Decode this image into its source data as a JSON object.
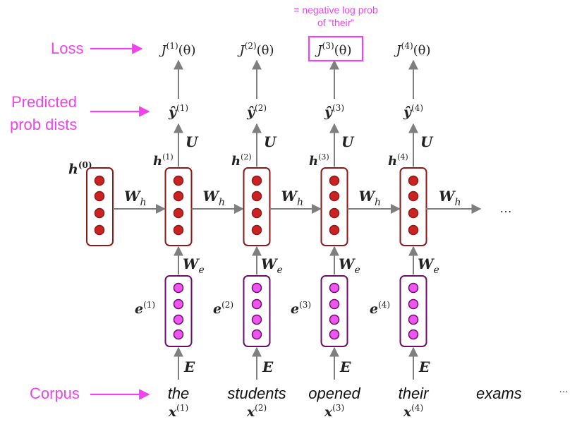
{
  "labels": {
    "loss": "Loss",
    "predicted_line1": "Predicted",
    "predicted_line2": "prob dists",
    "corpus": "Corpus"
  },
  "annotation": {
    "line1": "= negative log prob",
    "line2": "of “their”"
  },
  "hidden0": {
    "base": "h",
    "sup": "(0)"
  },
  "weights": {
    "U": "U",
    "Wh_base": "W",
    "Wh_sub": "h",
    "We_base": "W",
    "We_sub": "e",
    "E": "E"
  },
  "steps": [
    {
      "loss_base": "J",
      "loss_sup": "(1)",
      "loss_arg": "(θ)",
      "y_base": "ŷ",
      "y_sup": "(1)",
      "h_base": "h",
      "h_sup": "(1)",
      "e_base": "e",
      "e_sup": "(1)",
      "word": "the",
      "x_base": "x",
      "x_sup": "(1)",
      "highlight": false
    },
    {
      "loss_base": "J",
      "loss_sup": "(2)",
      "loss_arg": "(θ)",
      "y_base": "ŷ",
      "y_sup": "(2)",
      "h_base": "h",
      "h_sup": "(2)",
      "e_base": "e",
      "e_sup": "(2)",
      "word": "students",
      "x_base": "x",
      "x_sup": "(2)",
      "highlight": false
    },
    {
      "loss_base": "J",
      "loss_sup": "(3)",
      "loss_arg": "(θ)",
      "y_base": "ŷ",
      "y_sup": "(3)",
      "h_base": "h",
      "h_sup": "(3)",
      "e_base": "e",
      "e_sup": "(3)",
      "word": "opened",
      "x_base": "x",
      "x_sup": "(3)",
      "highlight": true
    },
    {
      "loss_base": "J",
      "loss_sup": "(4)",
      "loss_arg": "(θ)",
      "y_base": "ŷ",
      "y_sup": "(4)",
      "h_base": "h",
      "h_sup": "(4)",
      "e_base": "e",
      "e_sup": "(4)",
      "word": "their",
      "x_base": "x",
      "x_sup": "(4)",
      "highlight": false
    }
  ],
  "extra_word": "exams",
  "ellipsis": "…",
  "colors": {
    "magenta": "#ee44ee",
    "hidden_border": "#8b1a1a",
    "hidden_fill": "#cc2222",
    "embed_border": "#6a0f6a",
    "embed_fill": "#ee55ee",
    "arrow": "#7f7f7f"
  }
}
